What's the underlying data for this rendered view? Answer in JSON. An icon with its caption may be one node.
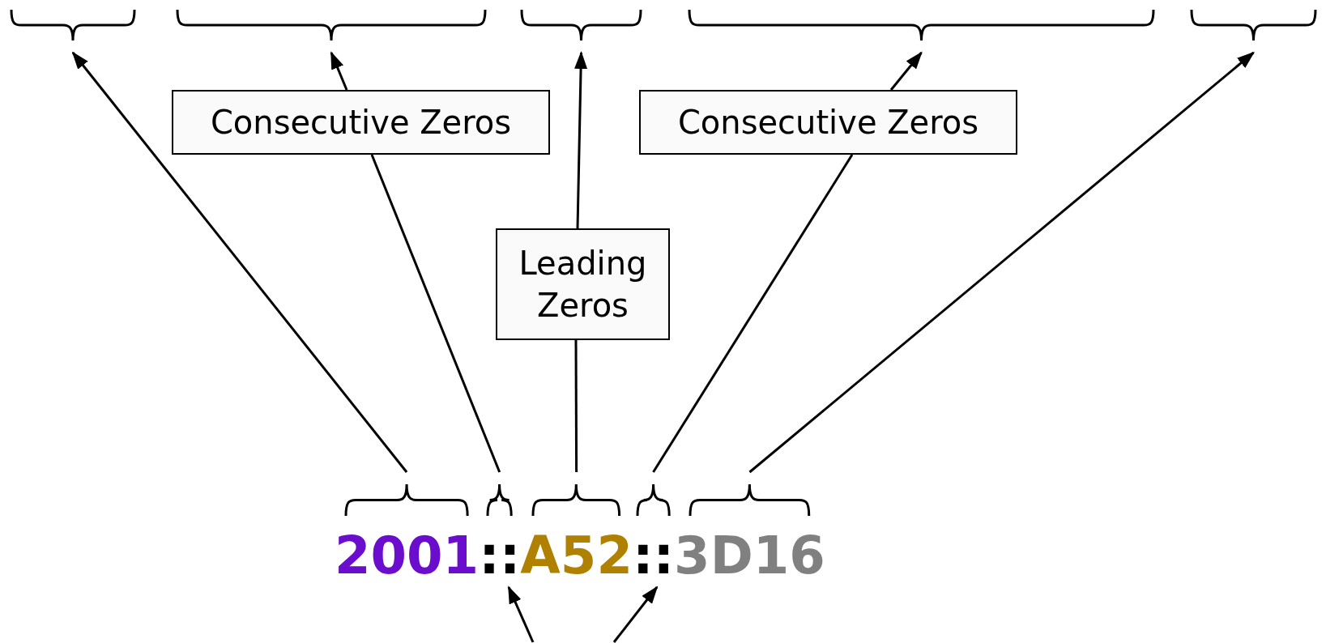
{
  "diagram": {
    "nodes": [
      {
        "text": [],
        "shape": "brace"
      },
      {
        "text": [],
        "shape": "brace"
      },
      {
        "text": [],
        "shape": "brace"
      },
      {
        "text": [],
        "shape": "brace"
      },
      {
        "text": [],
        "shape": "brace"
      },
      {
        "text": [
          "2001"
        ]
      },
      {
        "text": [
          "::"
        ]
      },
      {
        "text": [
          "A52"
        ]
      },
      {
        "text": [
          "::"
        ]
      },
      {
        "text": [
          "3D16"
        ]
      },
      {
        "text": [
          "Consecutive Zeros"
        ]
      },
      {
        "text": [
          "Leading Zeros"
        ]
      },
      {
        "text": [
          "Consecutive Zeros"
        ]
      }
    ],
    "edges": [
      {
        "from": 5,
        "to": 0,
        "arrow": "to"
      },
      {
        "from": 6,
        "to": 10,
        "arrow": "none"
      },
      {
        "from": 10,
        "to": 1,
        "arrow": "to"
      },
      {
        "from": 7,
        "to": 11,
        "arrow": "none"
      },
      {
        "from": 11,
        "to": 2,
        "arrow": "to"
      },
      {
        "from": 8,
        "to": 12,
        "arrow": "none"
      },
      {
        "from": 12,
        "to": 3,
        "arrow": "to"
      },
      {
        "from": 9,
        "to": 4,
        "arrow": "to"
      },
      {
        "from": null,
        "to": 6,
        "arrow": "to"
      },
      {
        "from": null,
        "to": 8,
        "arrow": "to"
      }
    ]
  }
}
